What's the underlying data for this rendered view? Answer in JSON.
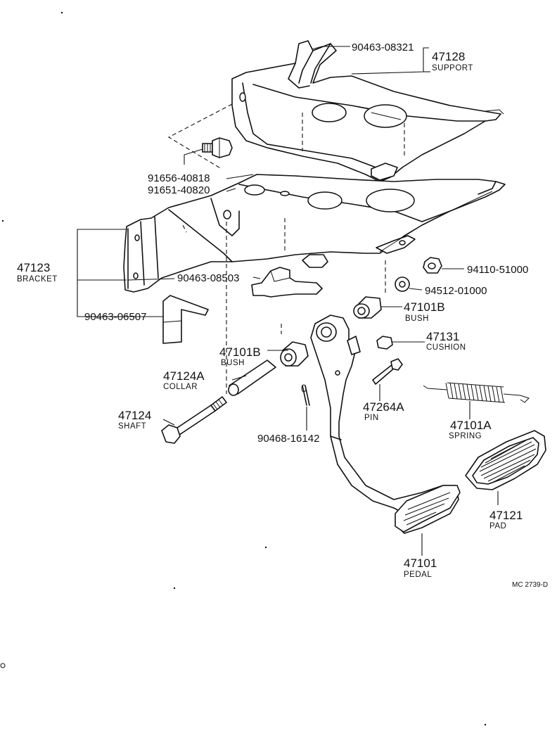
{
  "drawing_code": "MC 2739-D",
  "labels": {
    "p90463_08321": "90463-08321",
    "p47128": "47128",
    "p47128_name": "SUPPORT",
    "p91656": "91656-40818",
    "p91651": "91651-40820",
    "p47123": "47123",
    "p47123_name": "BRACKET",
    "p90463_08503": "90463-08503",
    "p94110": "94110-51000",
    "p94512": "94512-01000",
    "p90463_06507": "90463-06507",
    "p47101B_a": "47101B",
    "p47101B_a_name": "BUSH",
    "p47131": "47131",
    "p47131_name": "CUSHION",
    "p47101B_b": "47101B",
    "p47101B_b_name": "BUSH",
    "p47124A": "47124A",
    "p47124A_name": "COLLAR",
    "p47264A": "47264A",
    "p47264A_name": "PIN",
    "p47101A": "47101A",
    "p47101A_name": "SPRING",
    "p47124": "47124",
    "p47124_name": "SHAFT",
    "p90468": "90468-16142",
    "p47121": "47121",
    "p47121_name": "PAD",
    "p47101": "47101",
    "p47101_name": "PEDAL"
  }
}
